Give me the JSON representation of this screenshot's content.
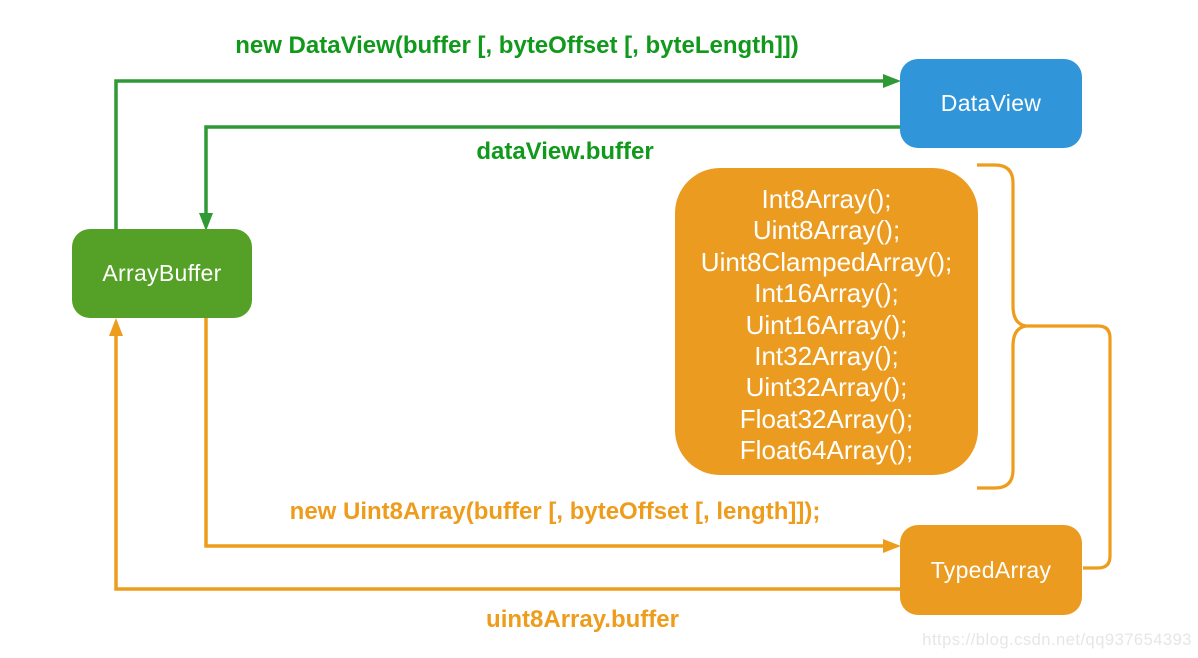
{
  "diagram": {
    "nodes": {
      "array_buffer": {
        "label": "ArrayBuffer"
      },
      "data_view": {
        "label": "DataView"
      },
      "typed_array": {
        "label": "TypedArray"
      }
    },
    "constructors": {
      "items": [
        "Int8Array();",
        "Uint8Array();",
        "Uint8ClampedArray();",
        "Int16Array();",
        "Uint16Array();",
        "Int32Array();",
        "Uint32Array();",
        "Float32Array();",
        "Float64Array();"
      ]
    },
    "edges": {
      "new_data_view": {
        "label": "new DataView(buffer [, byteOffset [, byteLength]])"
      },
      "data_view_buffer": {
        "label": "dataView.buffer"
      },
      "new_uint8_array": {
        "label": "new Uint8Array(buffer [, byteOffset [, length]]);"
      },
      "uint8_array_buffer": {
        "label": "uint8Array.buffer"
      }
    },
    "watermark": "https://blog.csdn.net/qq937654393"
  },
  "colors": {
    "array_buffer_green": "#55a127",
    "data_view_blue": "#3095d9",
    "typed_array_orange": "#eb9c20",
    "green_line": "#2f9a35",
    "green_text": "#10991b",
    "orange_line": "#ee9c1c",
    "orange_text": "#ee9c1c",
    "node_text": "#ffffff",
    "watermark_gray": "#e6e6e6",
    "background": "#ffffff"
  }
}
